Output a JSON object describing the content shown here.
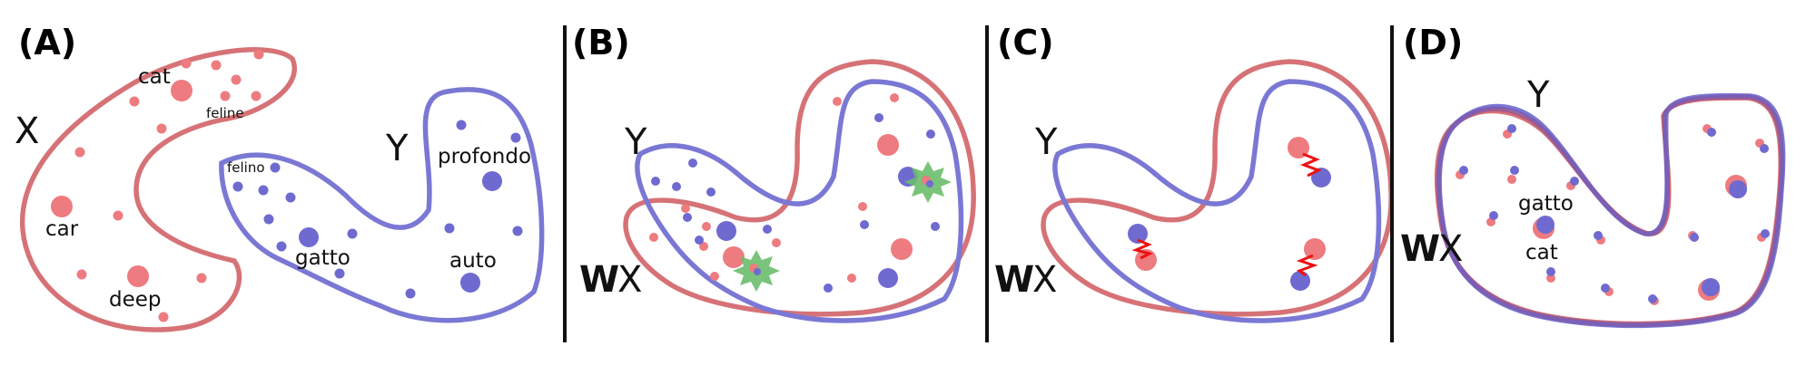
{
  "panels": [
    {
      "label": "(A)",
      "spaces": {
        "source": "X",
        "target": "Y"
      }
    },
    {
      "label": "(B)",
      "spaces": {
        "target": "Y",
        "mapped_bold": "W",
        "mapped_rest": "X"
      }
    },
    {
      "label": "(C)",
      "spaces": {
        "target": "Y",
        "mapped_bold": "W",
        "mapped_rest": "X"
      }
    },
    {
      "label": "(D)",
      "spaces": {
        "target": "Y",
        "mapped_bold": "W",
        "mapped_rest": "X"
      }
    }
  ],
  "words": {
    "cat": "cat",
    "feline": "feline",
    "car": "car",
    "deep": "deep",
    "felino": "felino",
    "gatto": "gatto",
    "profondo": "profondo",
    "auto": "auto"
  },
  "colors": {
    "source_space": "#d67276",
    "target_space": "#7a78d4",
    "aligned_space": "#7e4a9a",
    "source_point": "#ee7b7f",
    "target_point": "#6f6ad0",
    "anchor_star": "#6cbd6c",
    "refinement_link": "#ee1111"
  }
}
